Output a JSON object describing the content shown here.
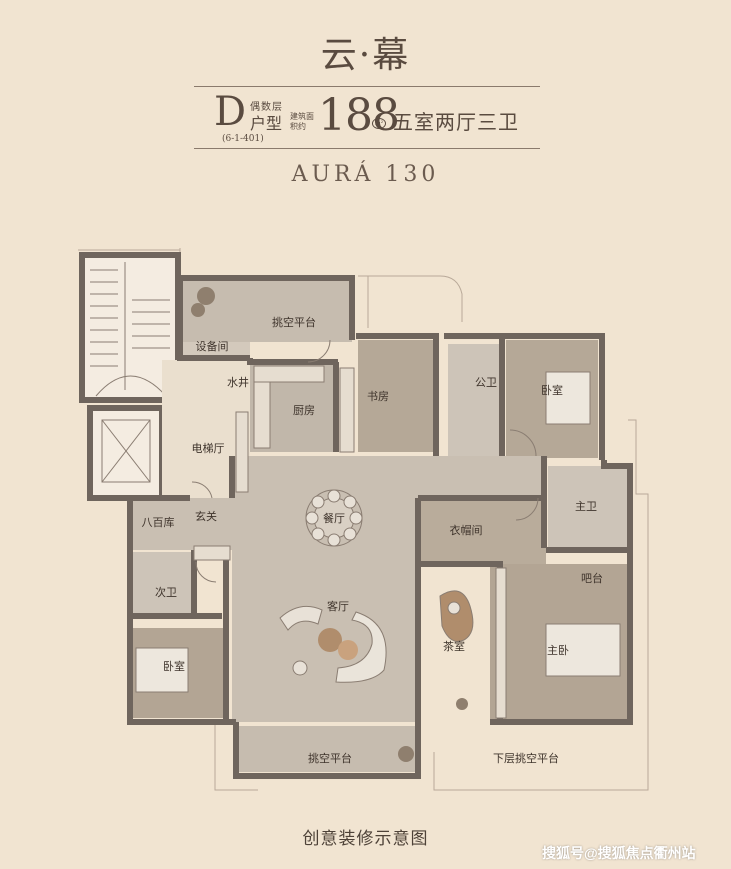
{
  "header": {
    "title": "云·幕",
    "type_letter": "D",
    "type_floors": "偶数层",
    "type_label": "户型",
    "type_code": "(6-1-401)",
    "area_label": "建筑面积约",
    "area_value": "188",
    "area_unit": "m²",
    "layout_desc": "五室两厅三卫",
    "brand": "AURÁ 130"
  },
  "rooms": {
    "balcony_top": "挑空平台",
    "equipment": "设备间",
    "water_shaft": "水井",
    "kitchen": "厨房",
    "study": "书房",
    "public_bath": "公卫",
    "bedroom_ne": "卧室",
    "elevator_hall": "电梯厅",
    "master_bath": "主卫",
    "dining": "餐厅",
    "cloakroom": "衣帽间",
    "entrance": "玄关",
    "storage": "八百库",
    "secondary_bath": "次卫",
    "living": "客厅",
    "bar": "吧台",
    "tea_room": "茶室",
    "master_bedroom": "主卧",
    "bedroom_sw": "卧室",
    "balcony_bottom": "挑空平台",
    "lower_balcony": "下层挑空平台"
  },
  "footer": {
    "caption": "创意装修示意图",
    "watermark": "搜狐号@搜狐焦点衢州站"
  },
  "colors": {
    "background": "#f1e4d1",
    "wall": "#6f655d",
    "floor_stone": "#c9bfb2",
    "floor_wood": "#b3a594",
    "text": "#5a4b40"
  }
}
